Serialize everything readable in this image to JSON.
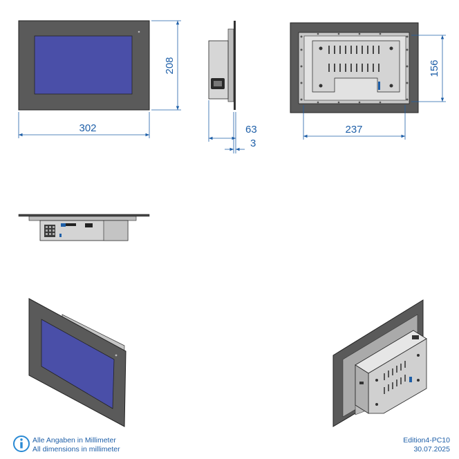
{
  "dimensions": {
    "front_width": "302",
    "front_height": "208",
    "side_depth": "63",
    "side_bezel": "3",
    "rear_width": "237",
    "rear_height": "156"
  },
  "footer": {
    "note_de": "Alle Angaben in Millimeter",
    "note_en": "All dimensions in millimeter",
    "edition": "Edition4-PC10",
    "date": "30.07.2025"
  },
  "colors": {
    "dimension": "#1e5fa8",
    "bezel": "#5a5a5a",
    "screen": "#4a4fa8",
    "housing": "#d4d4d4",
    "info_icon": "#2a8ad4"
  }
}
